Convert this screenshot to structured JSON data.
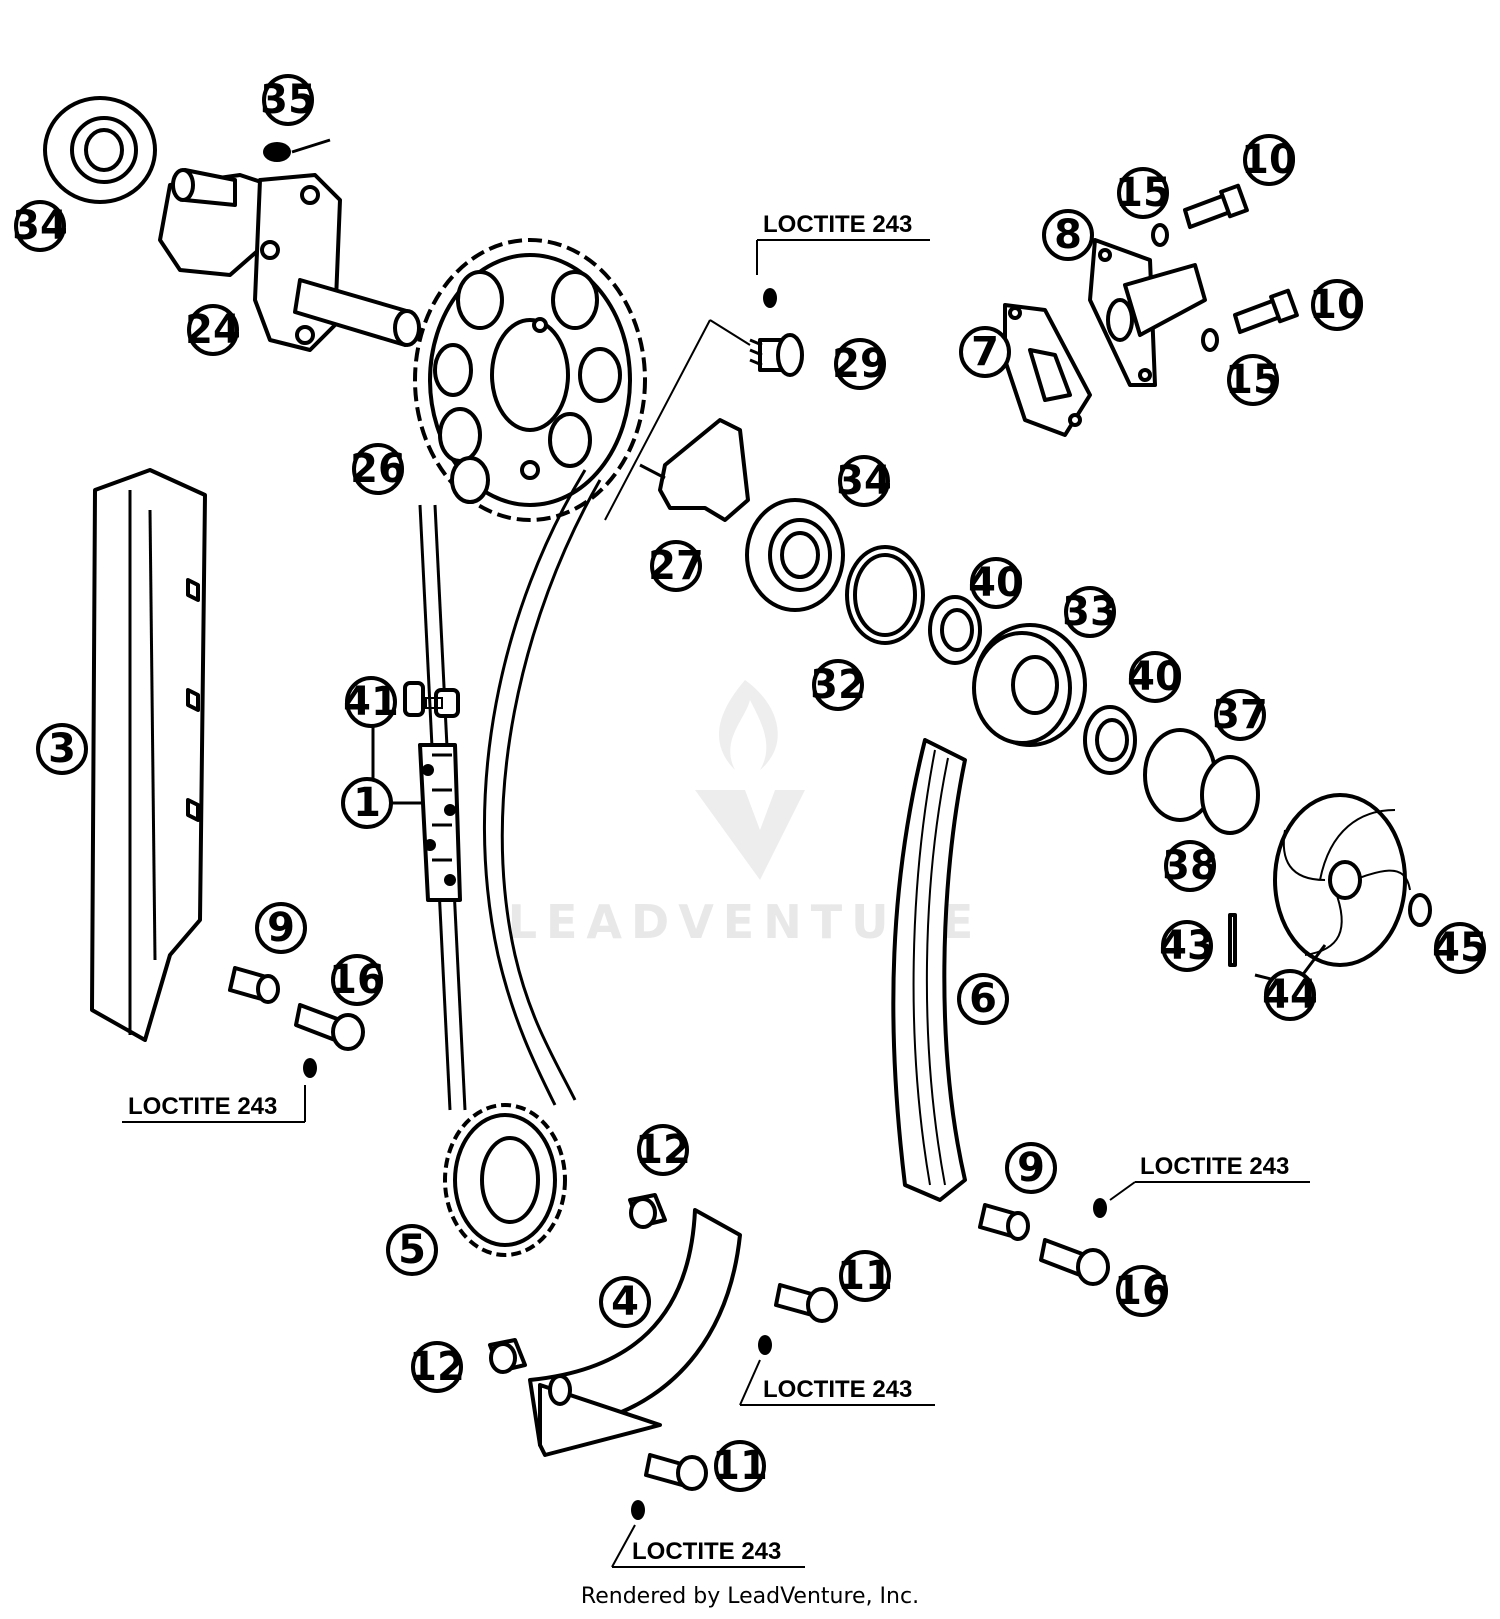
{
  "labels": {
    "p34a": "34",
    "p35": "35",
    "p24": "24",
    "p26": "26",
    "p3": "3",
    "p41": "41",
    "p1": "1",
    "p9a": "9",
    "p16a": "16",
    "p5": "5",
    "p29": "29",
    "p27": "27",
    "p8": "8",
    "p15a": "15",
    "p10a": "10",
    "p7": "7",
    "p10b": "10",
    "p15b": "15",
    "p34b": "34",
    "p32": "32",
    "p40a": "40",
    "p33": "33",
    "p40b": "40",
    "p37": "37",
    "p38": "38",
    "p43": "43",
    "p44": "44",
    "p45": "45",
    "p6": "6",
    "p9b": "9",
    "p16b": "16",
    "p12a": "12",
    "p4": "4",
    "p11a": "11",
    "p12b": "12",
    "p11b": "11"
  },
  "loctite": {
    "a": "LOCTITE 243",
    "b": "LOCTITE 243",
    "c": "LOCTITE 243",
    "d": "LOCTITE 243",
    "e": "LOCTITE 243"
  },
  "footer": "Rendered by LeadVenture, Inc.",
  "watermark": "LEADVENTURE"
}
